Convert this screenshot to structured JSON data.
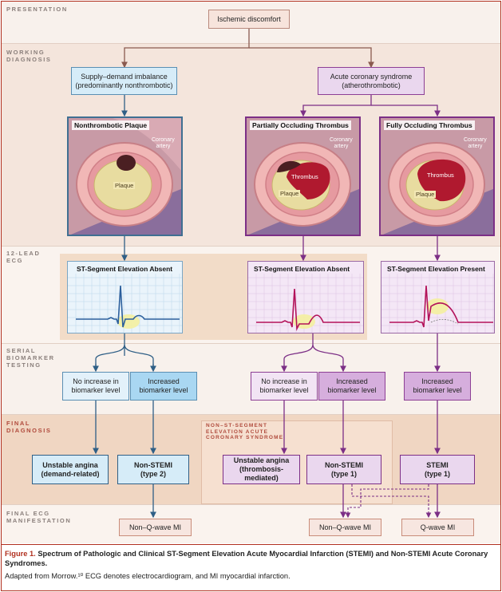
{
  "sections": {
    "presentation": [
      "PRESENTATION"
    ],
    "working_diagnosis": [
      "WORKING",
      "DIAGNOSIS"
    ],
    "ecg": [
      "12-LEAD",
      "ECG"
    ],
    "serial": [
      "SERIAL",
      "BIOMARKER",
      "TESTING"
    ],
    "final_diagnosis": [
      "FINAL",
      "DIAGNOSIS"
    ],
    "final_ecg": [
      "FINAL ECG",
      "MANIFESTATION"
    ]
  },
  "presentation_box": "Ischemic discomfort",
  "working": {
    "supply": [
      "Supply–demand imbalance",
      "(predominantly nonthrombotic)"
    ],
    "acs": [
      "Acute coronary syndrome",
      "(atherothrombotic)"
    ]
  },
  "panels": {
    "nonthrombotic": "Nonthrombotic Plaque",
    "partial": "Partially Occluding Thrombus",
    "full": "Fully Occluding Thrombus"
  },
  "artery_labels": {
    "coronary": "Coronary",
    "artery": "artery",
    "plaque": "Plaque",
    "thrombus": "Thrombus"
  },
  "ecg_titles": {
    "absent_left": "ST-Segment Elevation Absent",
    "absent_mid": "ST-Segment Elevation Absent",
    "present": "ST-Segment Elevation Present"
  },
  "biomarker": {
    "no_increase_1": [
      "No increase in",
      "biomarker level"
    ],
    "increased_1": [
      "Increased",
      "biomarker level"
    ],
    "no_increase_2": [
      "No increase in",
      "biomarker level"
    ],
    "increased_2": [
      "Increased",
      "biomarker level"
    ],
    "increased_3": [
      "Increased",
      "biomarker level"
    ]
  },
  "nste_label": [
    "NON–ST-SEGMENT",
    "ELEVATION ACUTE",
    "CORONARY SYNDROME"
  ],
  "final_dx": {
    "ua_demand": [
      "Unstable angina",
      "(demand-related)"
    ],
    "nstemi_2": [
      "Non-STEMI",
      "(type 2)"
    ],
    "ua_thrombo": [
      "Unstable angina",
      "(thrombosis-mediated)"
    ],
    "nstemi_1": [
      "Non-STEMI",
      "(type 1)"
    ],
    "stemi_1": [
      "STEMI",
      "(type 1)"
    ]
  },
  "final_ecg": {
    "nonq_left": "Non–Q-wave MI",
    "nonq_mid": "Non–Q-wave MI",
    "qwave": "Q-wave MI"
  },
  "caption": {
    "figure": "Figure 1.",
    "title": "Spectrum of Pathologic and Clinical ST-Segment Elevation Acute Myocardial Infarction (STEMI) and Non-STEMI Acute Coronary Syndromes.",
    "note": "Adapted from Morrow.¹⁰ ECG denotes electrocardiogram, and MI myocardial infarction."
  },
  "colors": {
    "blue_box": "#d6ecf8",
    "blue_line": "#2f5f86",
    "purple_box": "#ead7ee",
    "purple_line": "#7c2f86",
    "band_light": "#f8f1ec",
    "band_tan": "#f1d9c6",
    "caption_red": "#b1301f"
  }
}
